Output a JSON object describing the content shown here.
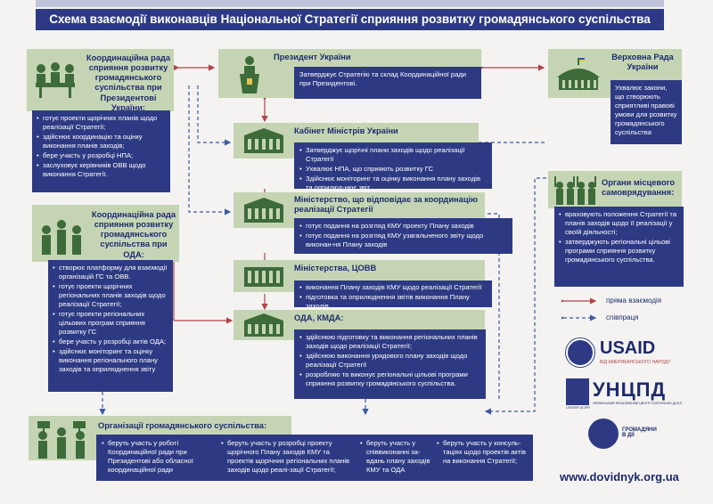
{
  "title": "Схема взаємодії виконавців Національної Стратегії сприяння розвитку громадянського суспільства",
  "president": {
    "header": "Президент України",
    "text": "Затверджує Стратегію та склад  Координаційної ради при Президентові."
  },
  "rada": {
    "header": "Верховна Рада України",
    "text": "Ухвалює закони, що створюють сприятливі правові умови для розвитку громадянського суспільства"
  },
  "coord_president": {
    "header": "Координаційна рада сприяння розвитку громадянського суспільства при Президентові України:",
    "items": [
      "готує проекти щорічних планів щодо реалізації Стратегії;",
      "здійснює координацію та оцінку виконання планів заходів;",
      "бере участь у розробці НПА;",
      "заслуховує керівників ОВВ щодо виконання Стратегії."
    ]
  },
  "cabinet": {
    "header": "Кабінет Міністрів України",
    "items": [
      "Затверджує щорічні плани заходів щодо реалізації Стратегії",
      "Ухвалює НПА, що сприяють розвитку ГС",
      "Здійснює моніторинг та оцінку виконання плану заходів та оприлюд-нює звіт"
    ]
  },
  "ministry_main": {
    "header": "Міністерство, що відповідає за координацію реалізації  Стратегії",
    "items": [
      "готує подання на розгляд КМУ проекту Плану заходів",
      "готує подання на розгляд КМУ узагальненого звіту щодо виконан-ня  Плану заходів"
    ]
  },
  "local_gov": {
    "header": "Органи місцевого самоврядування:",
    "items": [
      "враховують положення Стратегії та планів заходів щодо її реалізації у своїй діяльності;",
      "затверджують регіональні цільові програми сприяння розвитку громадянського суспільства."
    ]
  },
  "coord_oda": {
    "header": "Координаційна рада сприяння розвитку громадянського суспільства при ОДА:",
    "items": [
      "створює платформу для взаємодії організацій ГС та ОВВ.",
      "готує проекти щорічних регіональних планів заходів щодо реалізації Стратегії;",
      "готує  проекти регіональних цільових програм сприяння розвитку ГС",
      "бере участь у розробці актів ОДА;",
      "здійснює моніторинг та оцінку виконання регіонального плану заходів та оприлюднення звіту"
    ]
  },
  "ministries": {
    "header": "Міністерства, ЦОВВ",
    "items": [
      "виконання Плану заходів КМУ щодо реалізації Стратегії",
      "підготовка та оприлюднення звітів виконання  Плану заходів"
    ]
  },
  "oda": {
    "header": "ОДА, КМДА:",
    "items": [
      "здійснюю підготовку та виконання регіональних планів заходів щодо реалізації Стратегії;",
      "здійснюю виконання урядового плану заходів щодо реалізації Стратегії",
      "розробляю та виконує регіональні цільові програми сприяння розвитку громадянського суспільства."
    ]
  },
  "cso": {
    "header": "Організації громадянського суспільства:",
    "columns": [
      "беруть участь у роботі Координаційної ради  при Президентові або обласної координаційної ради",
      "беруть участь у розробці проекту щорічного Плану заходів КМУ та проектів щорічних регіональних планів заходів щодо реалі-зації Стратегії;",
      "беруть участь у співвиконанні за-вдань плану заходів КМУ та ОДА",
      "беруть участь у консуль-таціях щодо проектів актів на виконання Стратегії;"
    ]
  },
  "legend": {
    "direct": "пряма взаємодія",
    "coop": "співпраця"
  },
  "logos": {
    "usaid": "USAID",
    "usaid_sub": "ВІД АМЕРИКАНСЬКОГО НАРОДУ",
    "ucipr": "УНЦПД",
    "ucipr_sub": "УКРАЇНСЬКИЙ НЕЗАЛЕЖНИЙ ЦЕНТР ПОЛІТИЧНИХ ДОСЛІДЖЕНЬ",
    "ucipr_small": "CENTER UCIPR",
    "hromadiany": "ГРОМАДЯНИ В ДІЇ"
  },
  "site": "www.dovidnyk.org.ua",
  "colors": {
    "navy": "#2d3a83",
    "green": "#c5d5b4",
    "arrow_red": "#b0444a",
    "arrow_blue": "#3a5aa0"
  }
}
